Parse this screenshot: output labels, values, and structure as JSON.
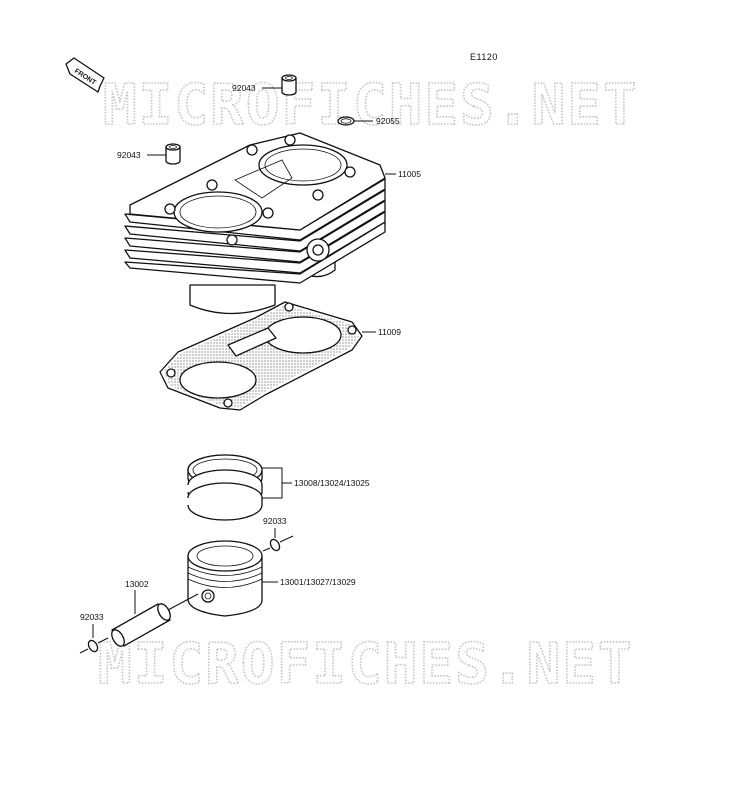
{
  "diagram_code": "E1120",
  "front_marker": "FRONT",
  "watermark_top": "MICROFICHES.NET",
  "watermark_bottom": "MICROFICHES.NET",
  "labels": {
    "dowel_pin_top": "92043",
    "oring": "92055",
    "dowel_pin_left": "92043",
    "cylinder": "11005",
    "base_gasket": "11009",
    "piston_rings": "13008/13024/13025",
    "circlip_right": "92033",
    "piston": "13001/13027/13029",
    "piston_pin": "13002",
    "circlip_left": "92033"
  }
}
